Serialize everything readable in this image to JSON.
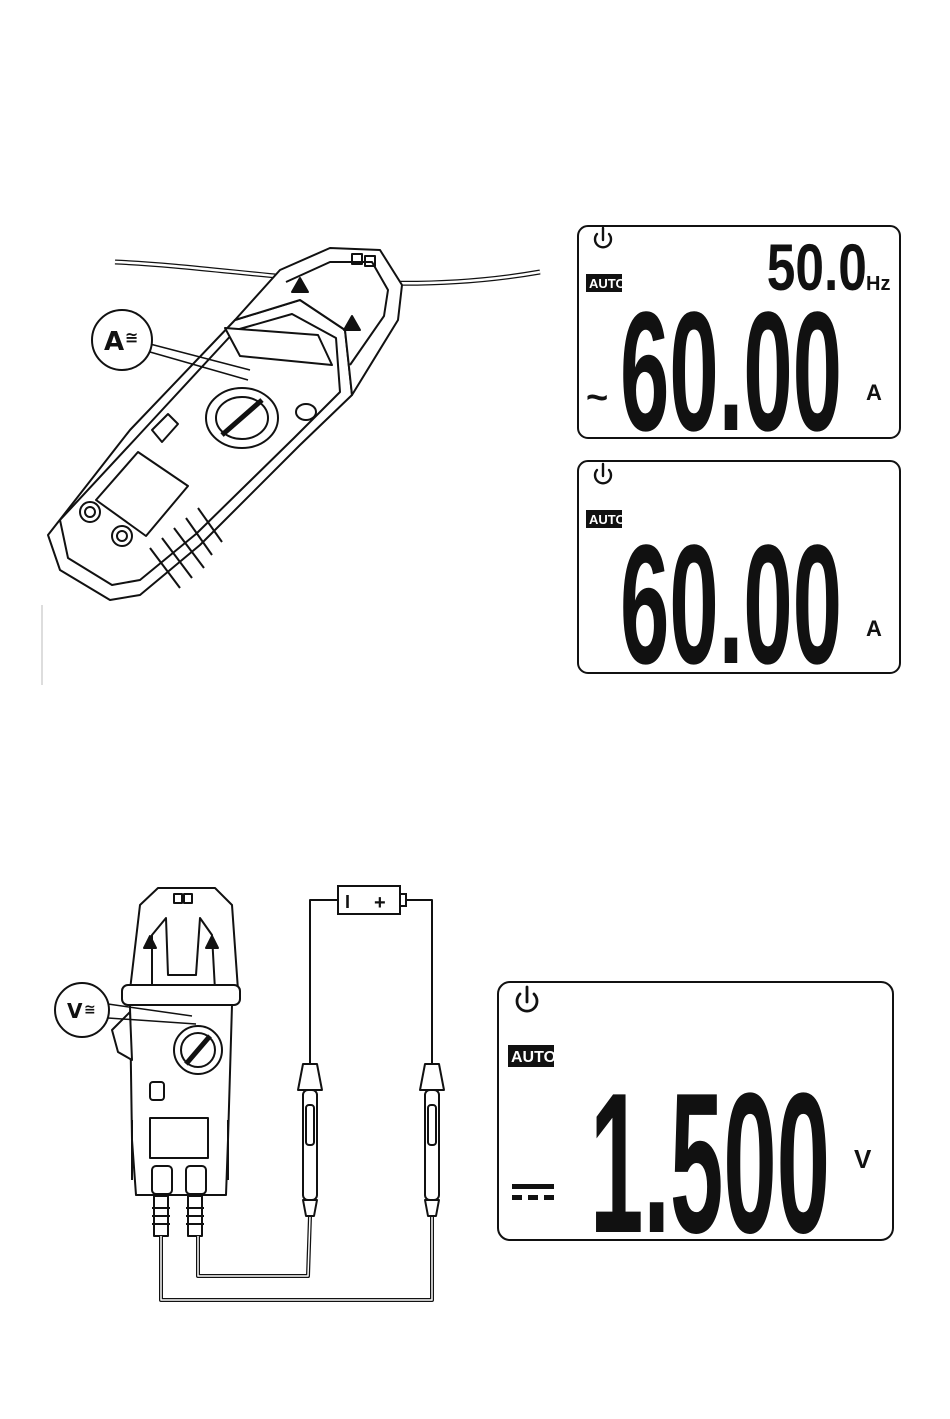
{
  "top_meter": {
    "function_callout": "A",
    "function_symbol": "≅"
  },
  "lcd_ac_current": {
    "auto_label": "AUTO",
    "frequency": "50.0",
    "frequency_unit": "Hz",
    "mode_symbol": "~",
    "reading": "60.00",
    "unit": "A"
  },
  "lcd_current": {
    "auto_label": "AUTO",
    "reading": "60.00",
    "unit": "A"
  },
  "bottom_meter": {
    "function_callout": "V",
    "function_symbol": "≅",
    "battery_minus": "I",
    "battery_plus": "+"
  },
  "lcd_dc_voltage": {
    "auto_label": "AUTO",
    "mode_symbol": "⎓",
    "reading": "1.500",
    "unit": "V"
  }
}
